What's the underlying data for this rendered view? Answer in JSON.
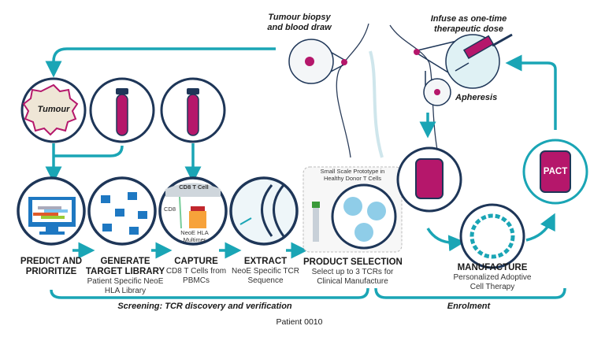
{
  "colors": {
    "teal": "#1aa5b5",
    "navy": "#1e3658",
    "magenta": "#b5176b",
    "light": "#dff1f4"
  },
  "top": {
    "biopsy": [
      "Tumour biopsy",
      "and blood draw"
    ],
    "infuse": [
      "Infuse as one-time",
      "therapeutic dose"
    ],
    "apheresis": "Apheresis",
    "tumour": "Tumour"
  },
  "steps": [
    {
      "title": [
        "PREDICT AND",
        "PRIORITIZE"
      ],
      "sub": []
    },
    {
      "title": [
        "GENERATE",
        "TARGET LIBRARY"
      ],
      "sub": [
        "Patient Specific NeoE",
        "HLA Library"
      ]
    },
    {
      "title": [
        "CAPTURE"
      ],
      "sub": [
        "CD8 T Cells from",
        "PBMCs"
      ]
    },
    {
      "title": [
        "EXTRACT"
      ],
      "sub": [
        "NeoE Specific TCR",
        "Sequence"
      ]
    },
    {
      "title": [
        "PRODUCT SELECTION"
      ],
      "sub": [
        "Select up to 3 TCRs for",
        "Clinical Manufacture"
      ]
    },
    {
      "title": [
        "MANUFACTURE"
      ],
      "sub": [
        "Personalized Adoptive",
        "Cell Therapy"
      ]
    }
  ],
  "capture_labels": {
    "cell": "CD8 T Cell",
    "cd8": "CD8",
    "multimer": [
      "NeoE HLA",
      "Multimer"
    ]
  },
  "prototype": [
    "Small Scale Prototype in",
    "Healthy Donor T Cells"
  ],
  "pact": "PACT",
  "phases": {
    "screening": "Screening: TCR discovery and verification",
    "enrolment": "Enrolment"
  },
  "patient": "Patient 0010"
}
